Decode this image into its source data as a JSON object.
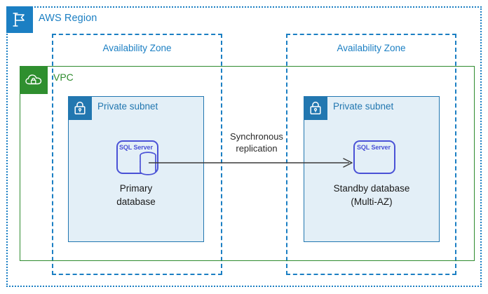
{
  "diagram": {
    "region": {
      "label": "AWS Region",
      "icon": "aws-region-flag-icon",
      "color": "#1b7fc3"
    },
    "vpc": {
      "label": "VPC",
      "icon": "vpc-cloud-lock-icon",
      "color": "#2e8b2e"
    },
    "availability_zones": [
      {
        "label": "Availability Zone"
      },
      {
        "label": "Availability Zone"
      }
    ],
    "subnets": [
      {
        "label": "Private subnet",
        "icon": "padlock-icon",
        "color": "#2277b0"
      },
      {
        "label": "Private subnet",
        "icon": "padlock-icon",
        "color": "#2277b0"
      }
    ],
    "nodes": [
      {
        "engine": "SQL Server",
        "caption_line1": "Primary",
        "caption_line2": "database",
        "color": "#4a52d6",
        "has_database_cylinder": true
      },
      {
        "engine": "SQL Server",
        "caption_line1": "Standby database",
        "caption_line2": "(Multi-AZ)",
        "color": "#4a52d6",
        "has_database_cylinder": false
      }
    ],
    "connector": {
      "label_line1": "Synchronous",
      "label_line2": "replication",
      "direction": "left-to-right",
      "color": "#3a3a3a"
    }
  }
}
